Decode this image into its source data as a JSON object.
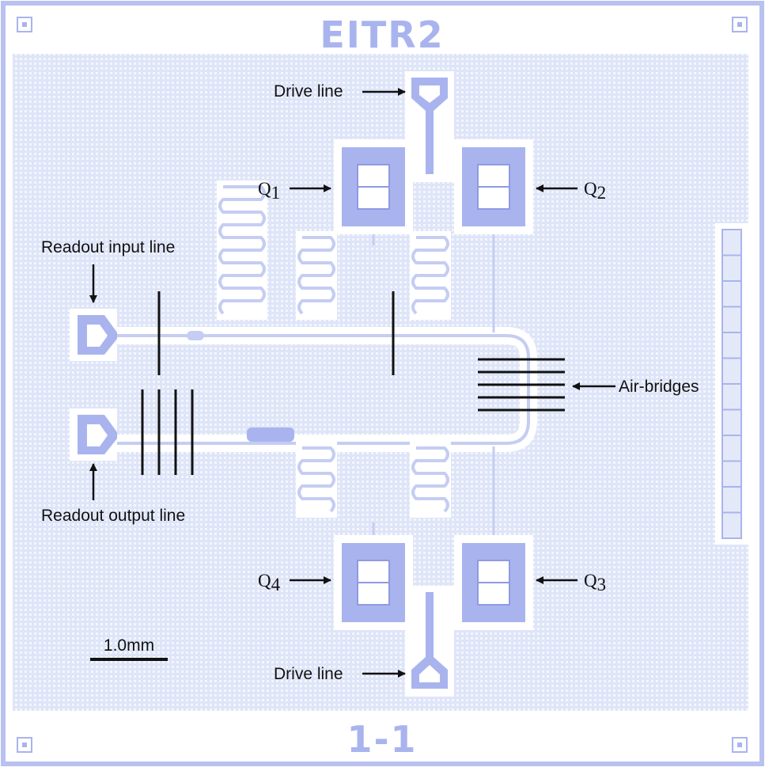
{
  "chip_name": "EITR2",
  "chip_id": "1-1",
  "labels": {
    "drive_line_top": "Drive line",
    "drive_line_bottom": "Drive line",
    "readout_input": "Readout input line",
    "readout_output": "Readout output line",
    "air_bridges": "Air-bridges",
    "scale_bar": "1.0mm"
  },
  "qubits": [
    {
      "letter": "Q",
      "index": "1"
    },
    {
      "letter": "Q",
      "index": "2"
    },
    {
      "letter": "Q",
      "index": "4"
    },
    {
      "letter": "Q",
      "index": "3"
    }
  ],
  "colors": {
    "ground_plane": "#e6ebf9",
    "metal": "#a9b4ee",
    "trace": "#c5cdf3",
    "gap": "#ffffff",
    "annotation": "#111111"
  }
}
